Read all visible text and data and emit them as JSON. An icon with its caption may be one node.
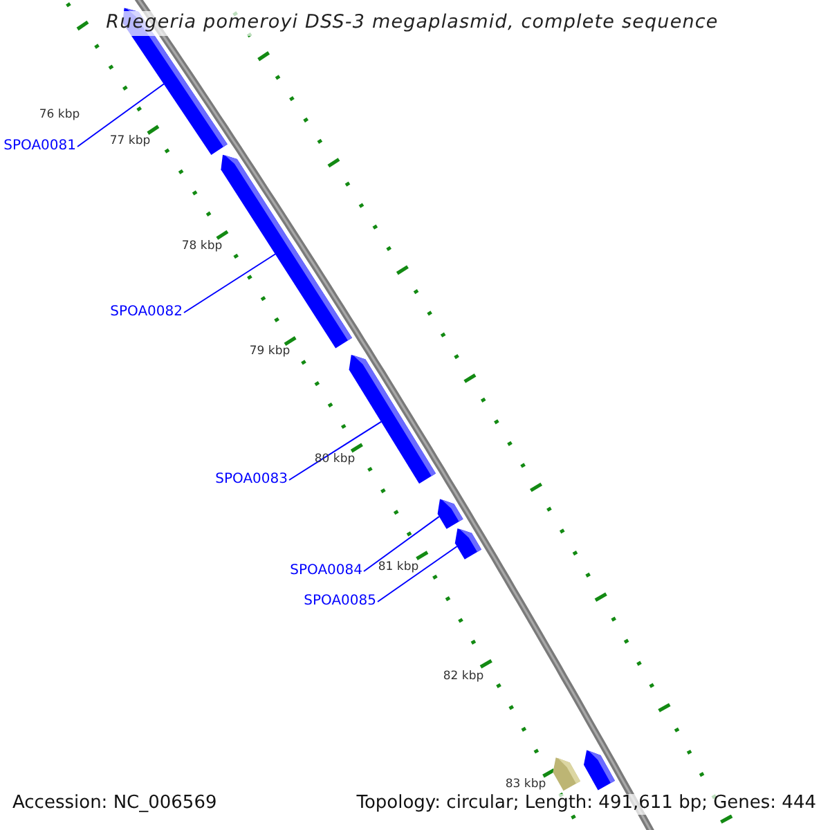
{
  "diagram": {
    "title": "Ruegeria pomeroyi DSS-3 megaplasmid, complete sequence",
    "nodes": [
      {
        "text": [
          "SPOA0081"
        ]
      },
      {
        "text": [
          "SPOA0082"
        ]
      },
      {
        "text": [
          "SPOA0083"
        ]
      },
      {
        "text": [
          "SPOA0084"
        ]
      },
      {
        "text": [
          "SPOA0085"
        ]
      },
      {
        "text": [],
        "shape": "bar"
      },
      {
        "text": [],
        "shape": "bar"
      },
      {
        "text": [],
        "shape": "bar"
      },
      {
        "text": [],
        "shape": "bar"
      },
      {
        "text": [],
        "shape": "bar"
      },
      {
        "text": [],
        "shape": "bar"
      },
      {
        "text": [],
        "shape": "bar"
      }
    ],
    "edges": [
      {
        "from": 0,
        "to": 5,
        "arrow": "none"
      },
      {
        "from": 1,
        "to": 6,
        "arrow": "none"
      },
      {
        "from": 2,
        "to": 7,
        "arrow": "none"
      },
      {
        "from": 3,
        "to": 8,
        "arrow": "none"
      },
      {
        "from": 4,
        "to": 9,
        "arrow": "none"
      }
    ],
    "labels": [
      "76 kbp",
      "77 kbp",
      "78 kbp",
      "79 kbp",
      "80 kbp",
      "81 kbp",
      "82 kbp",
      "83 kbp",
      "Accession: NC_006569",
      "Topology: circular; Length: 491,611 bp; Genes: 444"
    ]
  }
}
